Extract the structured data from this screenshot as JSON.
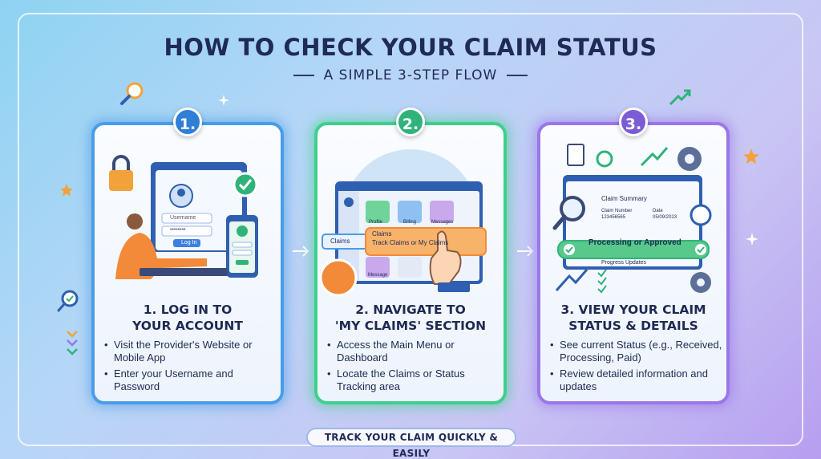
{
  "header": {
    "title": "HOW TO CHECK YOUR CLAIM STATUS",
    "subtitle": "A SIMPLE 3-STEP FLOW"
  },
  "steps": [
    {
      "number": "1.",
      "title_line1": "1. LOG IN TO",
      "title_line2": "YOUR ACCOUNT",
      "bullets": [
        "Visit the Provider's Website or Mobile App",
        "Enter your Username and Password"
      ],
      "illus": {
        "username": "Username",
        "password": "••••••••",
        "login": "Log In"
      },
      "color": "#4a9ce8"
    },
    {
      "number": "2.",
      "title_line1": "2. NAVIGATE TO",
      "title_line2": "'MY CLAIMS' SECTION",
      "bullets": [
        "Access the Main Menu or Dashboard",
        "Locate the Claims or Status Tracking area"
      ],
      "illus": {
        "profile": "Profile",
        "billing": "Billing",
        "messages": "Messages",
        "claims": "Claims",
        "popup_line1": "Claims",
        "popup_line2": "Track Claims or My Claims",
        "message": "Message"
      },
      "color": "#3fcf8c"
    },
    {
      "number": "3.",
      "title_line1": "3. VIEW YOUR CLAIM",
      "title_line2": "STATUS & DETAILS",
      "bullets": [
        "See current Status (e.g., Received, Processing, Paid)",
        "Review detailed information and updates"
      ],
      "illus": {
        "summary": "Claim Summary",
        "claim_number_label": "Claim Number",
        "claim_number": "123456565",
        "date_label": "Date",
        "date": "05/09/2023",
        "status": "Processing or Approved",
        "progress": "Progress Updates"
      },
      "color": "#9a77e8"
    }
  ],
  "footer": {
    "label": "TRACK YOUR CLAIM QUICKLY & EASILY"
  }
}
